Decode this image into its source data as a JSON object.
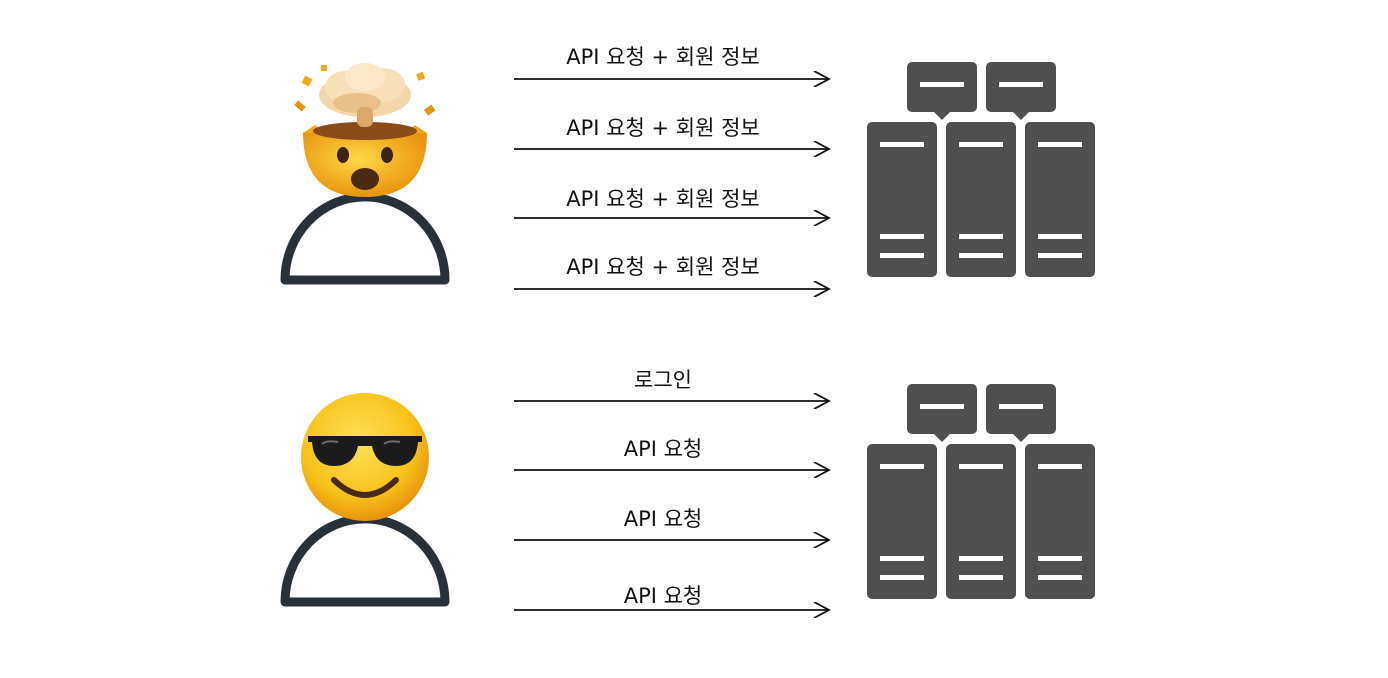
{
  "colors": {
    "person_stroke": "#28303a",
    "server_fill": "#4f4f4f",
    "server_slot": "#ffffff",
    "arrow": "#111111",
    "emoji_face": "#f7c21a",
    "emoji_face_dark": "#e8930c",
    "glasses": "#1b1b1b",
    "mouth": "#4a2a10",
    "explosion_cloud": "#f3d7a8"
  },
  "scenarios": [
    {
      "id": "before",
      "person_emoji": "exploding-head-icon",
      "server_icon": "server-rack-icon",
      "arrows": [
        {
          "label": "API 요청 + 회원 정보"
        },
        {
          "label": "API 요청 + 회원 정보"
        },
        {
          "label": "API 요청 + 회원 정보"
        },
        {
          "label": "API 요청 + 회원 정보"
        }
      ]
    },
    {
      "id": "after",
      "person_emoji": "sunglasses-face-icon",
      "server_icon": "server-rack-icon",
      "arrows": [
        {
          "label": "로그인"
        },
        {
          "label": "API 요청"
        },
        {
          "label": "API 요청"
        },
        {
          "label": "API 요청"
        }
      ]
    }
  ]
}
